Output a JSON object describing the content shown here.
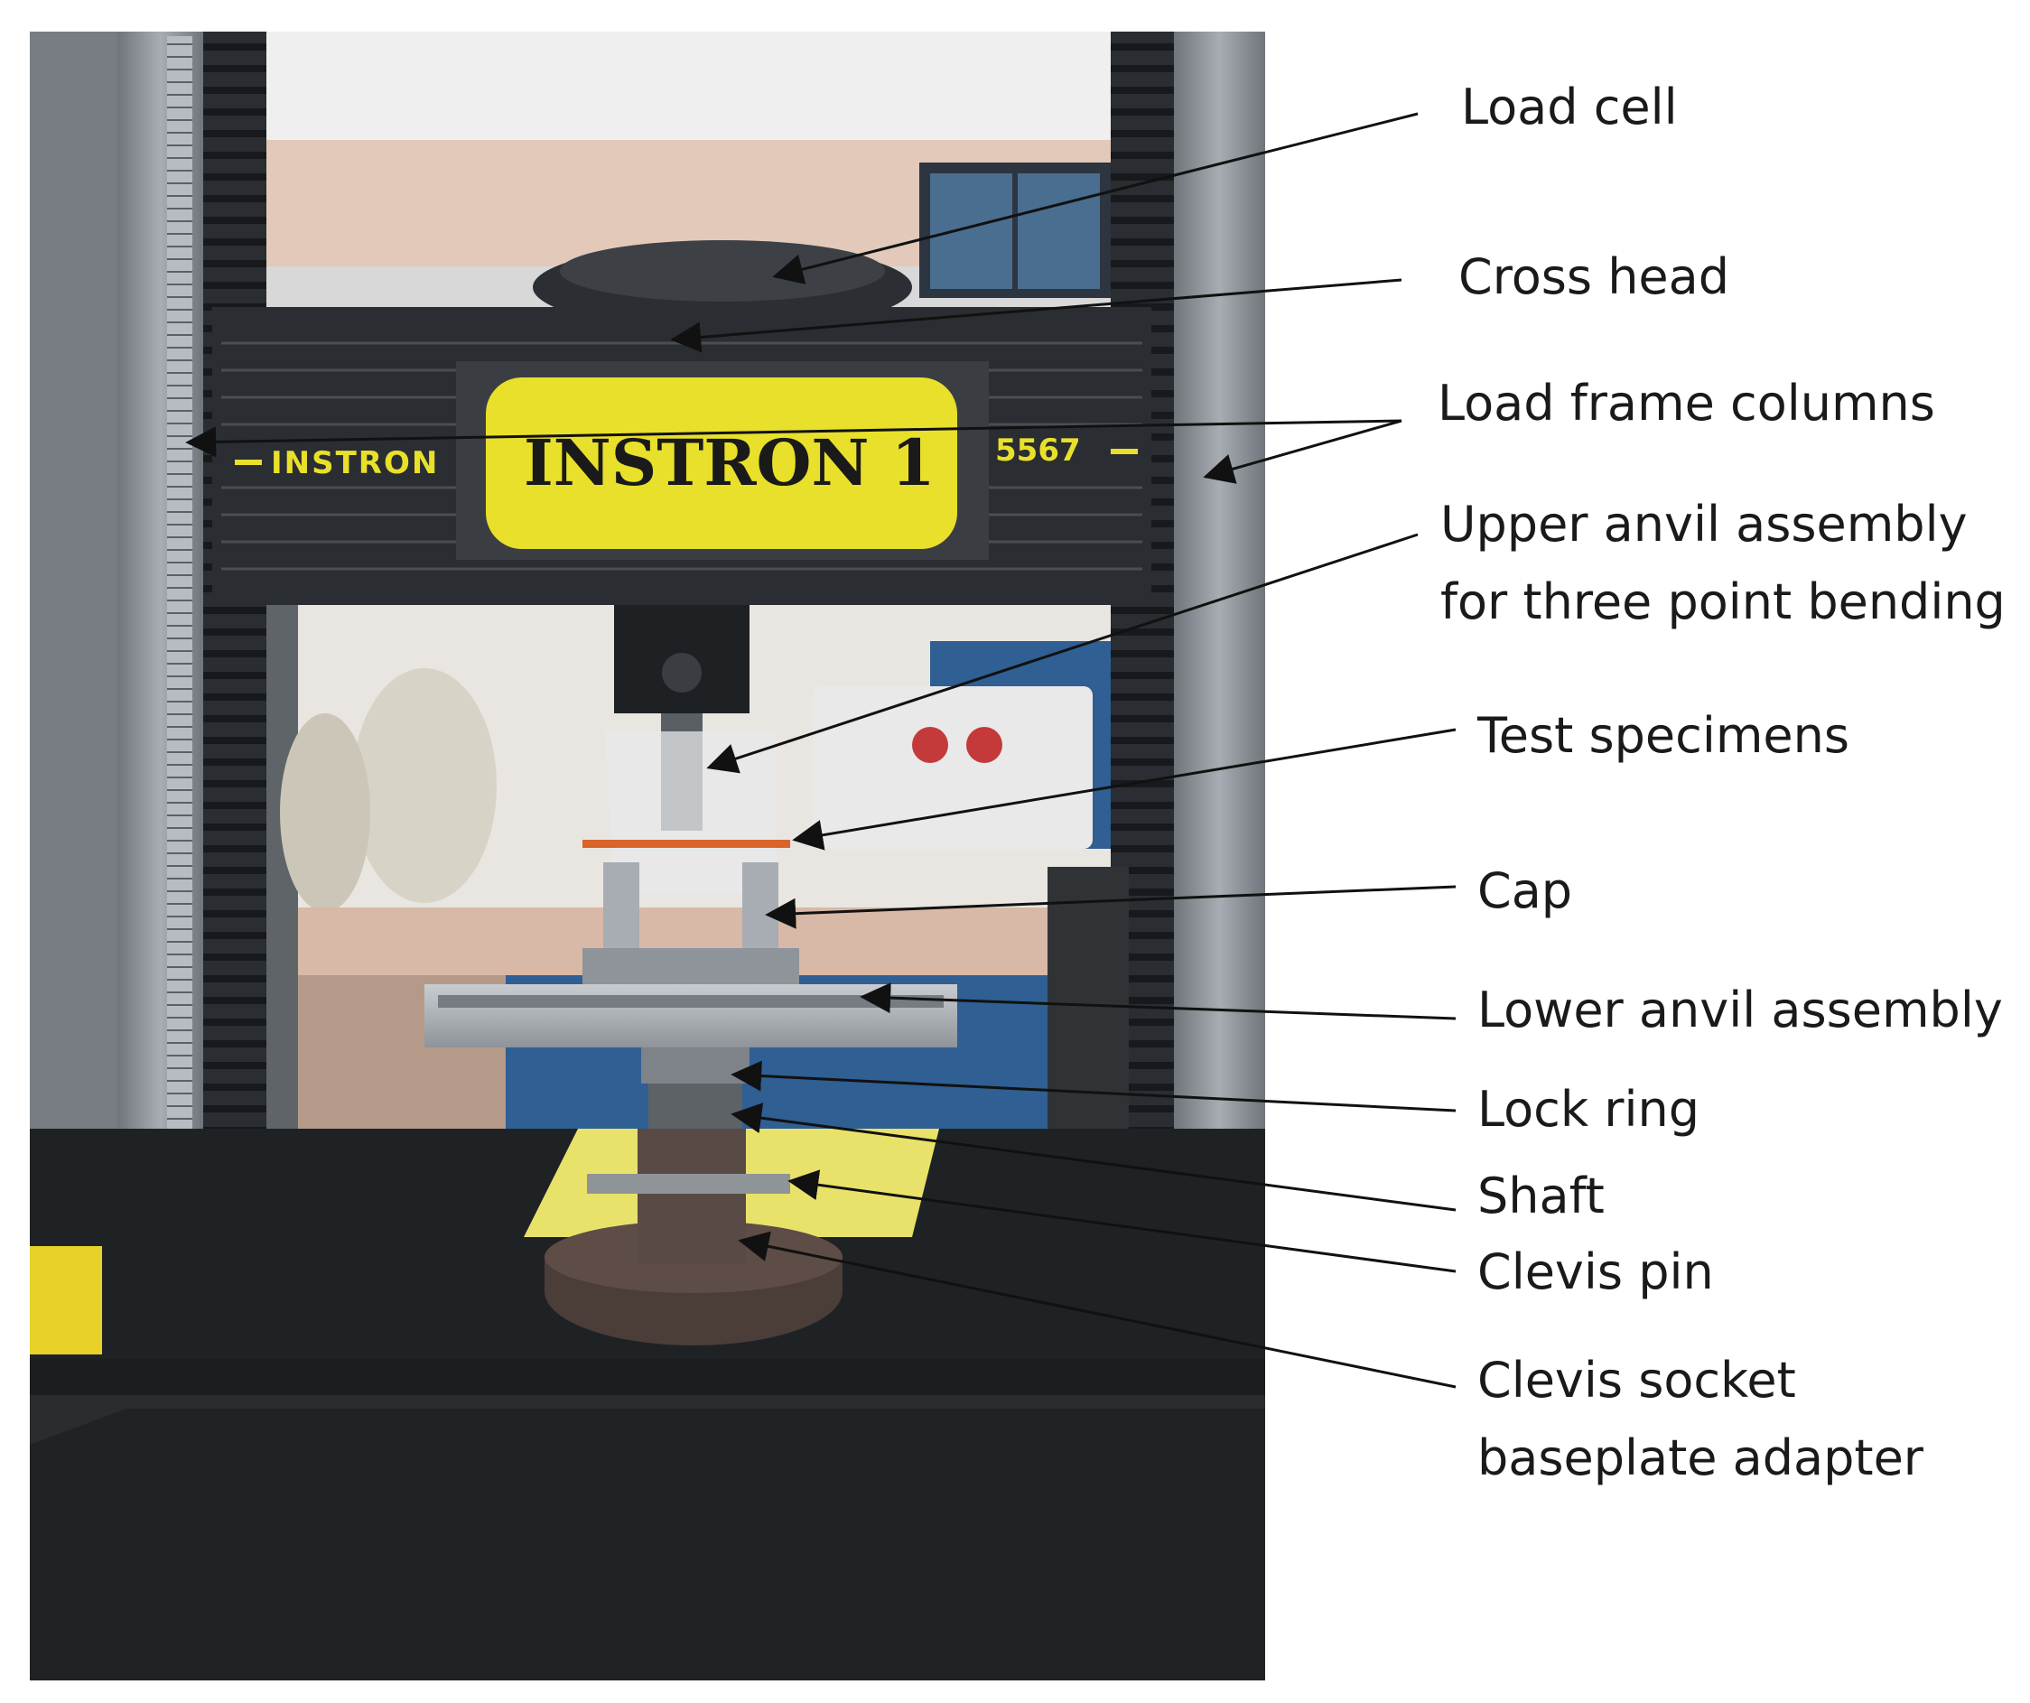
{
  "labels": {
    "load_cell": "Load cell",
    "cross_head": "Cross head",
    "load_frame_columns": "Load frame columns",
    "upper_anvil_line1": "Upper anvil assembly",
    "upper_anvil_line2": "for three point bending",
    "test_specimens": "Test specimens",
    "cap": "Cap",
    "lower_anvil": "Lower anvil assembly",
    "lock_ring": "Lock ring",
    "shaft": "Shaft",
    "clevis_pin": "Clevis pin",
    "clevis_socket_line1": "Clevis socket",
    "clevis_socket_line2": "baseplate adapter"
  },
  "machine": {
    "brand_badge": "INSTRON 1",
    "brand_left": "INSTRON",
    "model": "5567"
  },
  "colors": {
    "frame_dark": "#24272b",
    "column_grey": "#8c9196",
    "badge_yellow": "#e8e02a",
    "specimen_orange": "#d9652b",
    "wall": "#e6dcd2",
    "cabinet_blue": "#2f5f93",
    "arrow": "#111111"
  }
}
